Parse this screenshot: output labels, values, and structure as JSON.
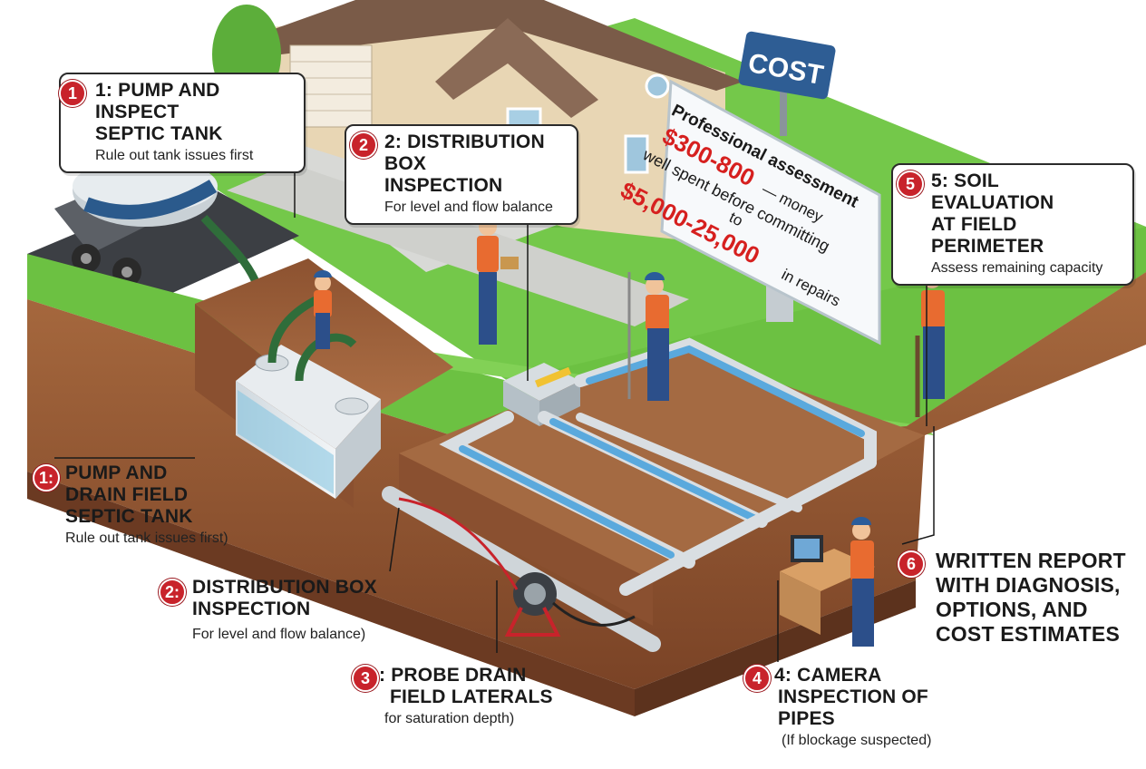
{
  "colors": {
    "badge_red": "#c8232b",
    "grass": "#6cc142",
    "soil": "#9a5a34",
    "pipe_blue": "#5aa9dd",
    "sign_blue": "#2e5d94",
    "cost_red": "#d6201f"
  },
  "sign": {
    "label": "COST"
  },
  "billboard": {
    "line1": "Professional assessment",
    "line2_price": "$300-800",
    "line2_rest": "— money",
    "line3": "well spent before committing",
    "line4": "to",
    "line5_price": "$5,000-25,000",
    "line5_rest": "in repairs"
  },
  "callouts": {
    "c1_top": {
      "number": "1",
      "title_line1": "1: PUMP AND INSPECT",
      "title_line2": "SEPTIC TANK",
      "subtitle": "Rule out tank issues first"
    },
    "c2_top": {
      "number": "2",
      "title_line1": "2: DISTRIBUTION BOX",
      "title_line2": "INSPECTION",
      "subtitle": "For level and flow balance"
    },
    "c5": {
      "number": "5",
      "title_line1": "5: SOIL EVALUATION",
      "title_line2": "AT FIELD PERIMETER",
      "subtitle": "Assess remaining capacity"
    },
    "c1_left": {
      "number": "1:",
      "title_line1": "PUMP AND",
      "title_line2": "DRAIN FIELD",
      "title_line3": "SEPTIC TANK",
      "subtitle": "Rule out tank issues first)"
    },
    "c2_left": {
      "number": "2:",
      "title_line1": "DISTRIBUTION BOX",
      "title_line2": "INSPECTION",
      "subtitle": "For level and flow balance)"
    },
    "c3": {
      "number": "3",
      "title_line1": ": PROBE  DRAIN",
      "title_line2": "FIELD LATERALS",
      "subtitle": "for saturation depth)"
    },
    "c4": {
      "number": "4",
      "title_line1": "4: CAMERA",
      "title_line2": "INSPECTION OF PIPES",
      "subtitle": "(If blockage suspected)"
    },
    "c6": {
      "number": "6",
      "title_line1": "WRITTEN REPORT",
      "title_line2": "WITH DIAGNOSIS,",
      "title_line3": "OPTIONS, AND",
      "title_line4": "COST ESTIMATES"
    }
  }
}
